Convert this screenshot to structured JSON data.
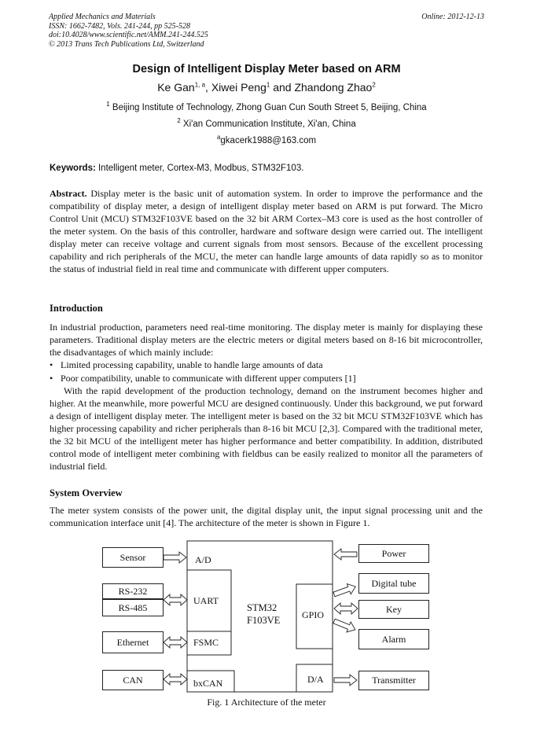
{
  "header": {
    "journal": "Applied Mechanics and Materials",
    "issn": "ISSN: 1662-7482, Vols. 241-244, pp 525-528",
    "doi": "doi:10.4028/www.scientific.net/AMM.241-244.525",
    "copyright": "© 2013 Trans Tech Publications Ltd, Switzerland",
    "online": "Online: 2012-12-13"
  },
  "title": "Design of Intelligent Display Meter based on ARM",
  "authors": {
    "a1": "Ke Gan",
    "a1_sup": "1, a",
    "a2": ", Xiwei Peng",
    "a2_sup": "1",
    "a3": " and Zhandong Zhao",
    "a3_sup": "2"
  },
  "affiliations": {
    "aff1_sup": "1",
    "aff1": " Beijing Institute of Technology, Zhong Guan Cun South Street 5, Beijing, China",
    "aff2_sup": "2",
    "aff2": " Xi'an Communication Institute, Xi'an, China",
    "email_sup": "a",
    "email": "gkacerk1988@163.com"
  },
  "keywords": {
    "label": "Keywords:",
    "text": " Intelligent meter, Cortex-M3, Modbus, STM32F103."
  },
  "abstract": {
    "label": "Abstract.",
    "text": " Display meter is the basic unit of automation system. In order to improve the performance and the compatibility of display meter, a design of intelligent display meter based on ARM is put forward. The Micro Control Unit (MCU) STM32F103VE based on the 32 bit ARM Cortex–M3 core is used as the host controller of the meter system. On the basis of this controller, hardware and software design were carried out. The intelligent display meter can receive voltage and current signals from most sensors. Because of the excellent processing capability and rich peripherals of the MCU, the meter can handle large amounts of data rapidly so as to monitor the status of industrial field in real time and communicate with different upper computers."
  },
  "introduction": {
    "heading": "Introduction",
    "p1": "In industrial production, parameters need real-time monitoring. The display meter is mainly for displaying these parameters. Traditional display meters are the electric meters or digital meters based on 8-16 bit microcontroller, the disadvantages of which mainly include:",
    "bullets": [
      "Limited processing capability, unable to handle large amounts of data",
      "Poor compatibility, unable to communicate with different upper computers [1]"
    ],
    "p2": "With the rapid development of the production technology, demand on the instrument becomes higher and higher. At the meanwhile, more powerful MCU are designed continuously. Under this background, we put forward a design of intelligent display meter. The intelligent meter is based on the 32 bit MCU STM32F103VE which has higher processing capability and richer peripherals than 8-16 bit MCU [2,3]. Compared with the traditional meter, the 32 bit MCU of the intelligent meter has higher performance and better compatibility. In addition, distributed control mode of intelligent meter combining with fieldbus can be easily realized to monitor all the parameters of industrial field."
  },
  "overview": {
    "heading": "System Overview",
    "p1": "The meter system consists of the power unit, the digital display unit, the input signal processing unit and the communication interface unit [4]. The architecture of the meter is shown in Figure 1."
  },
  "figure": {
    "left": {
      "sensor": "Sensor",
      "rs232": "RS-232",
      "rs485": "RS-485",
      "ethernet": "Ethernet",
      "can": "CAN"
    },
    "mcu": {
      "ad": "A/D",
      "uart": "UART",
      "fsmc": "FSMC",
      "bxcan": "bxCAN",
      "name_line1": "STM32",
      "name_line2": "F103VE",
      "gpio": "GPIO",
      "da": "D/A"
    },
    "right": {
      "power": "Power",
      "digital_tube": "Digital tube",
      "key": "Key",
      "alarm": "Alarm",
      "transmitter": "Transmitter"
    },
    "caption": "Fig. 1 Architecture of the meter"
  }
}
